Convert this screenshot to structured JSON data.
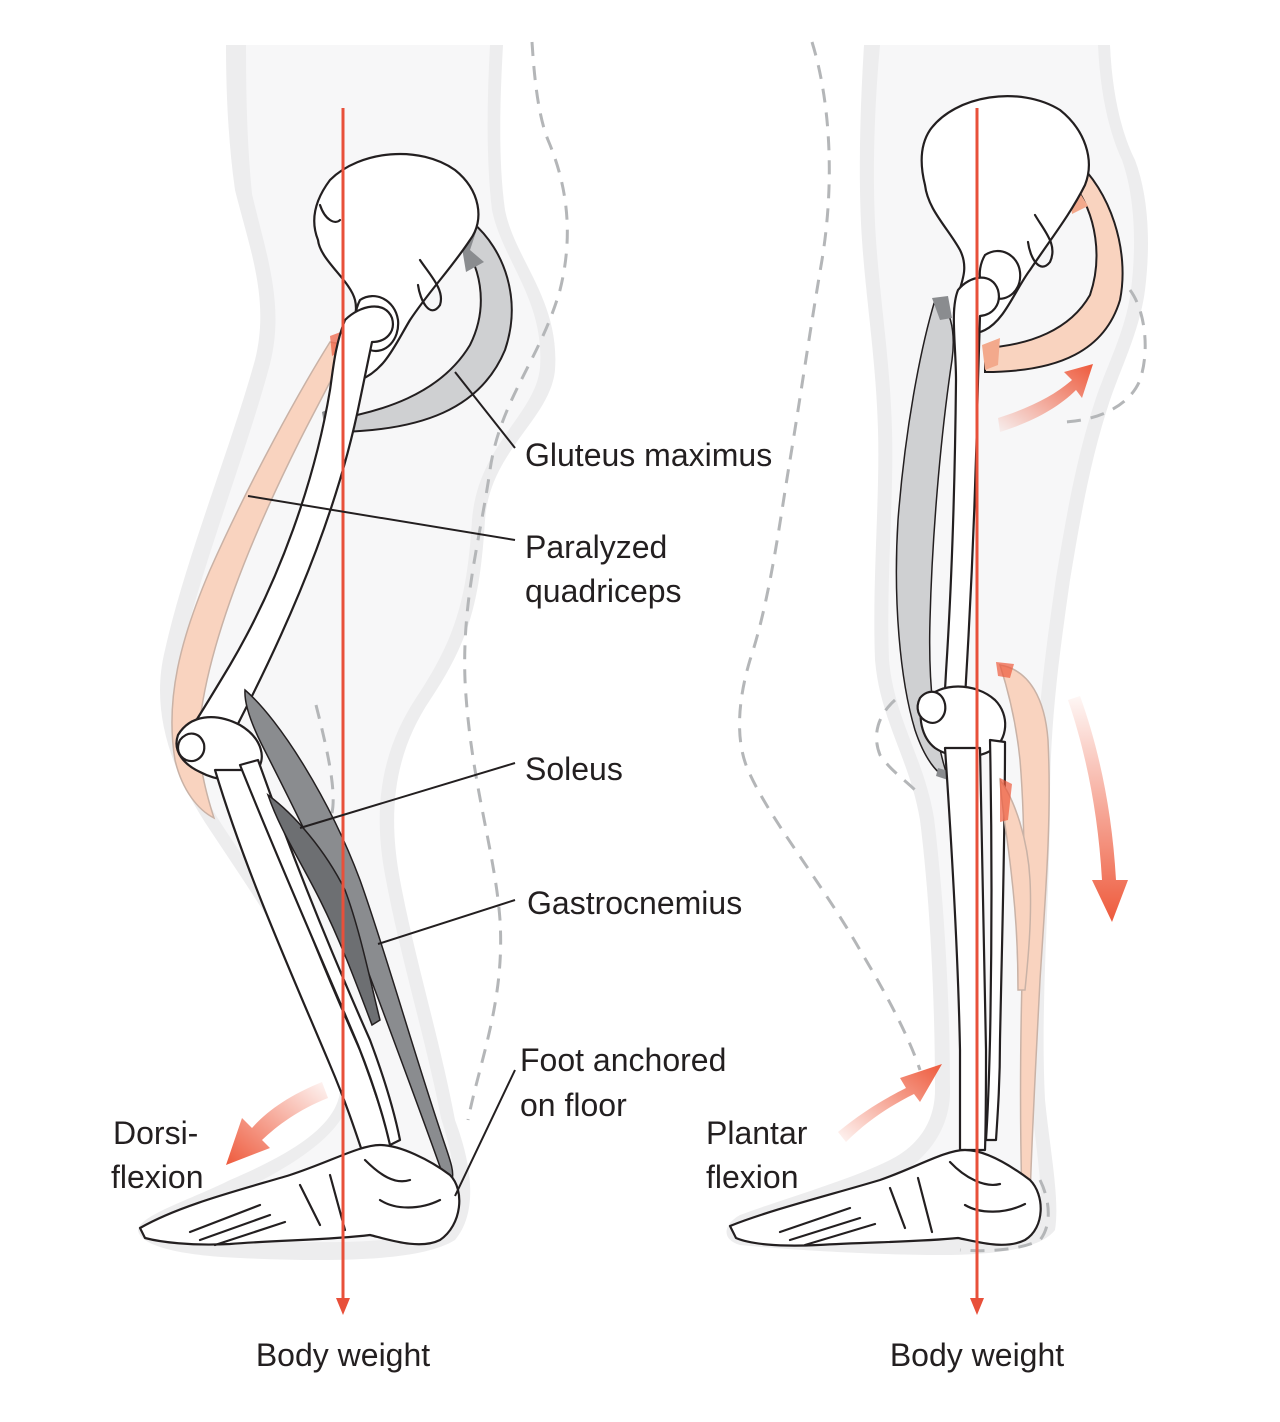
{
  "labels": {
    "gluteus": "Gluteus maximus",
    "quadriceps_1": "Paralyzed",
    "quadriceps_2": "quadriceps",
    "soleus": "Soleus",
    "gastrocnemius": "Gastrocnemius",
    "foot_1": "Foot anchored",
    "foot_2": "on floor",
    "dorsi_1": "Dorsi-",
    "dorsi_2": "flexion",
    "plantar_1": "Plantar",
    "plantar_2": "flexion",
    "body_weight_left": "Body weight",
    "body_weight_right": "Body weight"
  },
  "colors": {
    "body_weight_line": "#e8503a",
    "paralyzed_muscle": "#f9d3bf",
    "active_muscle_gray": "#cfd0d2",
    "active_muscle_dark": "#8a8c8f",
    "skin_outline": "#ededee",
    "dashed_outline": "#b4b6b8",
    "arrow": "#ee5a3c"
  },
  "icons": {
    "motion_arrow": "curved-arrow-icon",
    "weight_arrow": "arrow-down-icon"
  }
}
